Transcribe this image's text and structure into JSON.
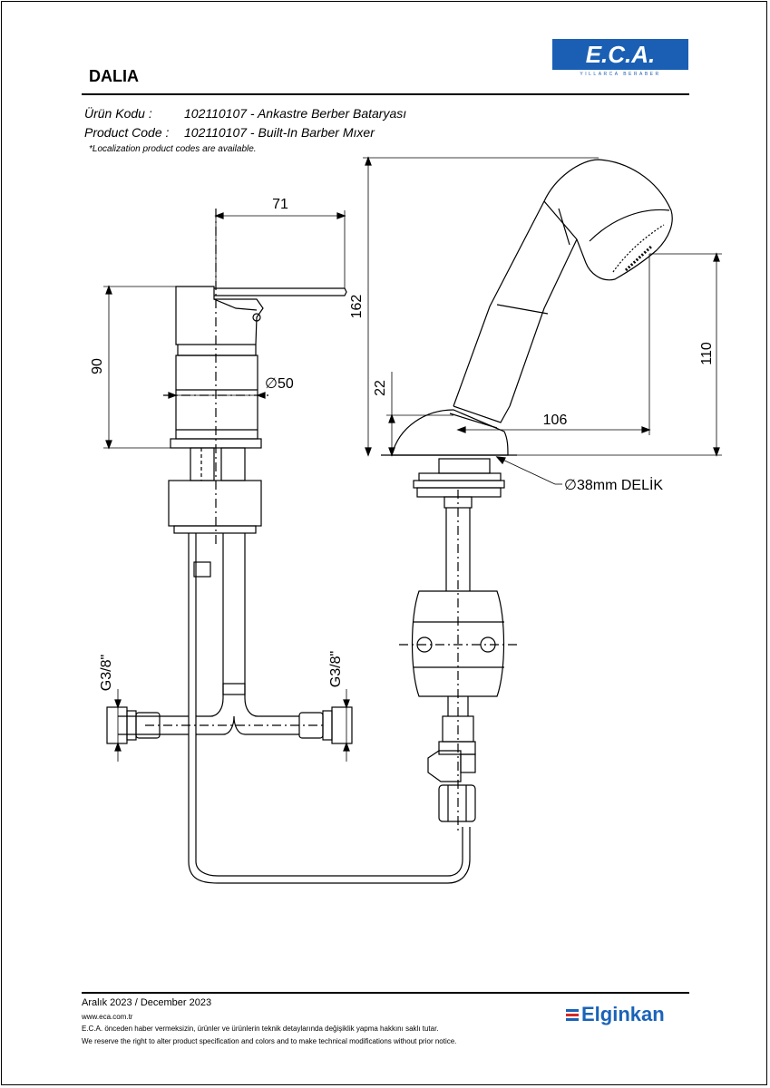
{
  "header": {
    "brand_logo_text": "E.C.A.",
    "brand_tagline": "YILLARCA BERABER",
    "product_name": "DALIA",
    "product_code_tr_label": "Ürün Kodu :",
    "product_code_tr_value": "102110107 - Ankastre Berber Bataryası",
    "product_code_en_label": "Product Code :",
    "product_code_en_value": "102110107 - Built-In Barber Mıxer",
    "localization_note": "*Localization product codes are available."
  },
  "dimensions": {
    "width_71": "71",
    "height_90": "90",
    "diameter_50": "∅50",
    "height_162": "162",
    "height_22": "22",
    "height_110": "110",
    "length_106": "106",
    "hole_38": "∅38mm DELİK",
    "thread_left": "G3/8\"",
    "thread_right": "G3/8\""
  },
  "footer": {
    "date": "Aralık 2023 / December 2023",
    "website": "www.eca.com.tr",
    "disclaimer_tr": "E.C.A. önceden haber vermeksizin, ürünler ve ürünlerin teknik detaylarında değişiklik yapma hakkını saklı tutar.",
    "disclaimer_en": "We reserve the right to alter product specification and colors and to make technical modifications without prior notice.",
    "company_logo": "Elginkan"
  },
  "colors": {
    "eca_blue": "#1a5fb4",
    "elginkan_blue": "#1a63b8",
    "elginkan_red": "#d62828"
  }
}
